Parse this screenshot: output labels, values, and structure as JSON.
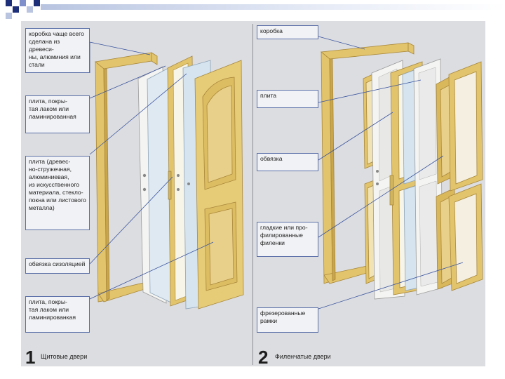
{
  "labels": {
    "left": [
      "коробка чаще всего\nсделана из древеси-\nны, алюминия или\nстали",
      "плита, покры-\nтая лаком или\nламинированная",
      "плита (древес-\nно-стружечная,\nалюминиевая,\nиз искусственного\nматериала, стекло-\nпокна или листового\nметалла)",
      "обвязка сизоляцией",
      "плита, покры-\nтая лаком или\nламинированкая"
    ],
    "right": [
      "коробка",
      "плита",
      "обвязка",
      "гладкие или про-\nфилированные\nфиленки",
      "фрезерованные\nрамки"
    ]
  },
  "panels": [
    {
      "number": "1",
      "caption": "Щитовые двери"
    },
    {
      "number": "2",
      "caption": "Филенчатые двери"
    }
  ],
  "colors": {
    "wood": "#e2c46c",
    "wood_dark": "#c9a64a",
    "white_panel": "#f4f4f2",
    "glass": "#dfe9f2",
    "leader": "#3b55a0",
    "deco_square": "#1e2f7a"
  }
}
